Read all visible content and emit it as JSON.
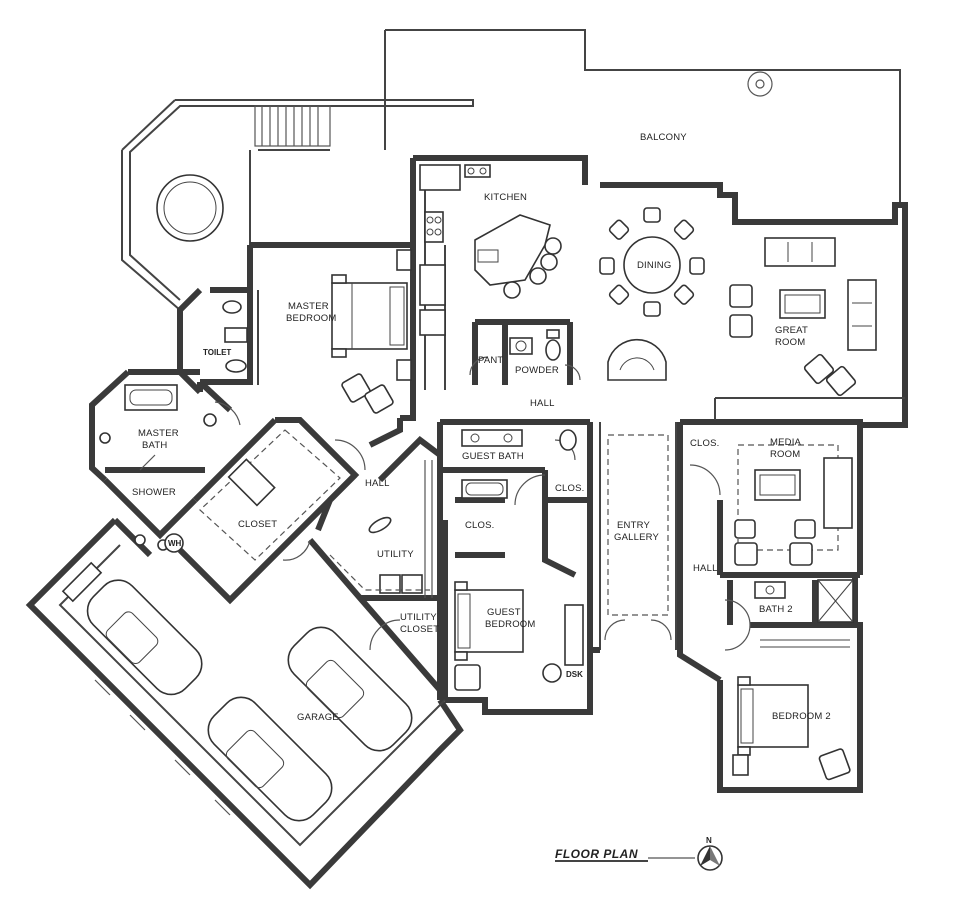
{
  "plan": {
    "title": "FLOOR PLAN",
    "north": "N",
    "rooms": {
      "balcony": "BALCONY",
      "kitchen": "KITCHEN",
      "dining": "DINING",
      "great_room_1": "GREAT",
      "great_room_2": "ROOM",
      "master_bedroom_1": "MASTER",
      "master_bedroom_2": "BEDROOM",
      "toilet": "TOILET",
      "pant": "PANT",
      "powder": "POWDER",
      "hall_main": "HALL",
      "master_bath_1": "MASTER",
      "master_bath_2": "BATH",
      "shower": "SHOWER",
      "closet": "CLOSET",
      "hall_side": "HALL",
      "utility": "UTILITY",
      "guest_bath": "GUEST BATH",
      "clos_guest_bath": "CLOS.",
      "clos_guest": "CLOS.",
      "clos_media": "CLOS.",
      "entry_gallery_1": "ENTRY",
      "entry_gallery_2": "GALLERY",
      "media_room_1": "MEDIA",
      "media_room_2": "ROOM",
      "hall_east": "HALL",
      "bath_2": "BATH 2",
      "utility_closet_1": "UTILITY",
      "utility_closet_2": "CLOSET",
      "guest_bedroom_1": "GUEST",
      "guest_bedroom_2": "BEDROOM",
      "bedroom_2": "BEDROOM 2",
      "garage": "GARAGE",
      "wh": "WH",
      "dsk": "DSK"
    }
  }
}
